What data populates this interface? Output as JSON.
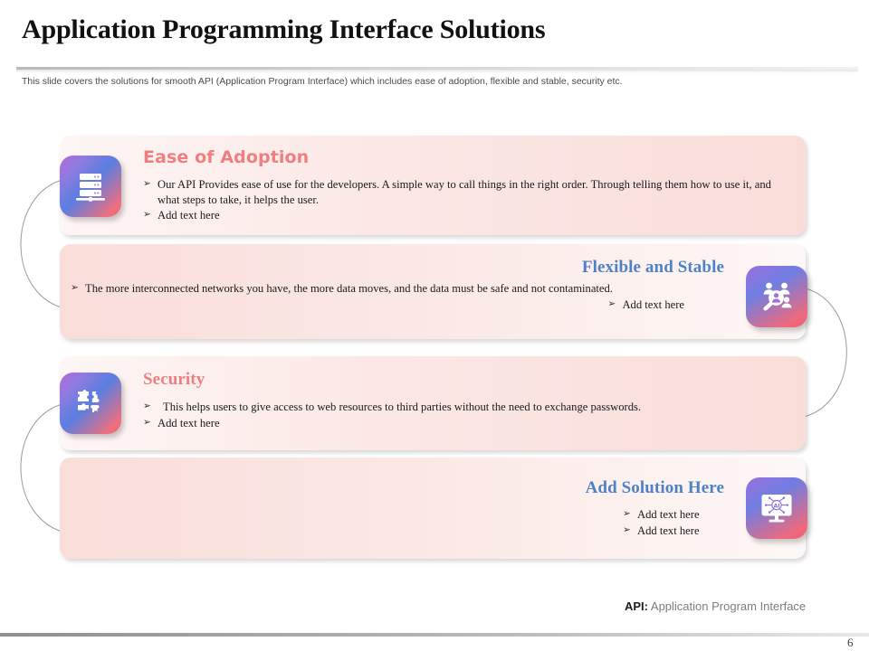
{
  "slide": {
    "title": "Application Programming Interface Solutions",
    "subtitle": "This slide covers the solutions for smooth API (Application Program Interface) which includes ease of adoption, flexible and stable, security etc.",
    "page_number": "6"
  },
  "colors": {
    "coral_heading": "#EE7F81",
    "blue_heading": "#4F81C7",
    "card_pink": "#F9DDD9",
    "icon_gradient_from": "#5A7FE0",
    "icon_gradient_to": "#F3606A"
  },
  "cards": [
    {
      "heading": "Ease of Adoption",
      "heading_color": "coral",
      "icon": "server-stack-icon",
      "icon_side": "left",
      "bullets": [
        "Our API Provides ease of use for the developers. A simple way to call things in the right order. Through telling them how to use it, and what steps to take, it helps the user.",
        "Add text here"
      ]
    },
    {
      "heading": "Flexible and Stable",
      "heading_color": "blue",
      "icon": "people-search-icon",
      "icon_side": "right",
      "bullets": [
        "The more interconnected networks you have, the more data moves, and the data must be safe and not contaminated.",
        "Add text here"
      ]
    },
    {
      "heading": "Security",
      "heading_color": "coral",
      "icon": "puzzle-pieces-icon",
      "icon_side": "left",
      "bullets": [
        "This helps users to give access to web resources to third parties without the need to exchange passwords.",
        "Add text here"
      ]
    },
    {
      "heading": "Add Solution Here",
      "heading_color": "blue",
      "icon": "ai-monitor-icon",
      "icon_side": "right",
      "bullets": [
        "Add text here",
        "Add text here"
      ]
    }
  ],
  "footer": {
    "abbr": "API:",
    "expansion": " Application Program Interface"
  },
  "bullet_marker": "➢"
}
